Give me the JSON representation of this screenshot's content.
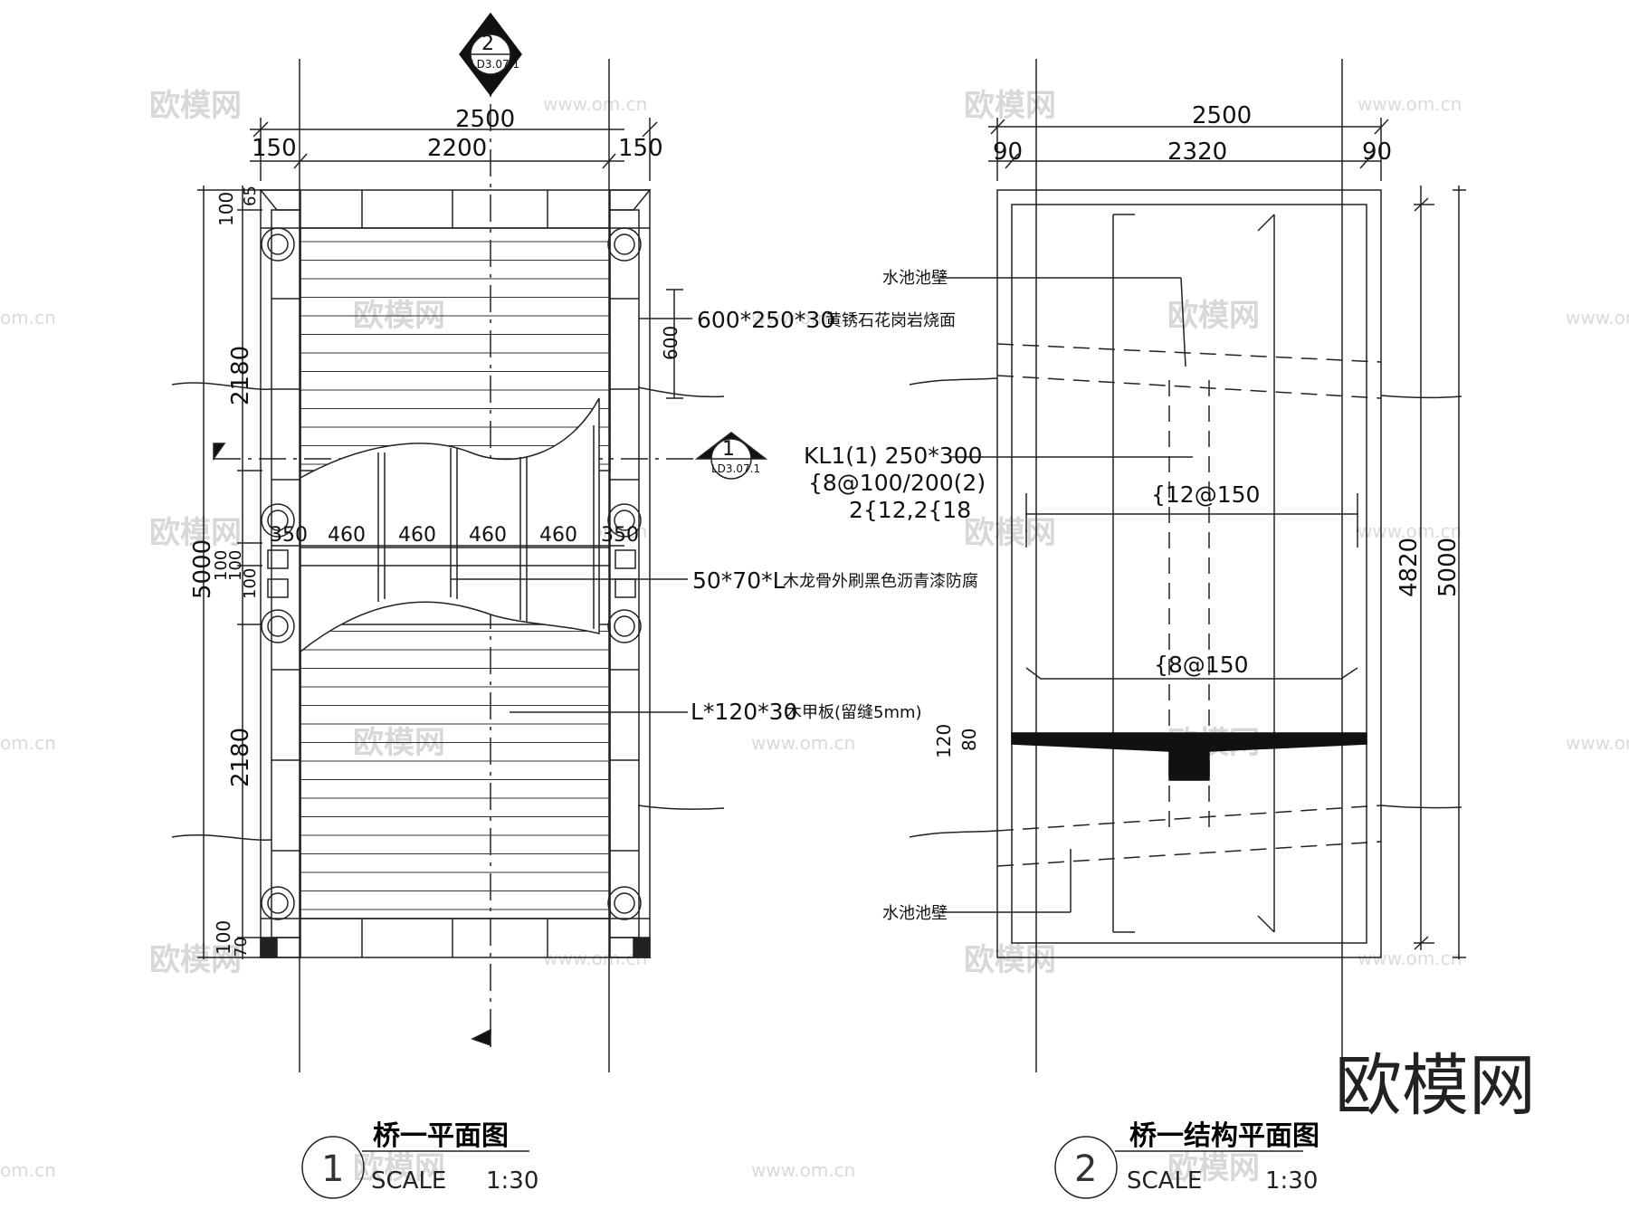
{
  "plan": {
    "dims": {
      "total_width": "2500",
      "side_left": "150",
      "center": "2200",
      "side_right": "150",
      "left_top_a": "100",
      "left_top_b": "65",
      "upper_length": "2180",
      "total_length": "5000",
      "mid_a": "100",
      "mid_b": "100",
      "mid_c": "100",
      "lower_length": "2180",
      "bot_a": "100",
      "bot_b": "70",
      "joist_first": "350",
      "joist_spacing": [
        "460",
        "460",
        "460",
        "460"
      ],
      "joist_last": "350",
      "stone_dim": "600"
    },
    "annotations": {
      "stone": "600*250*30",
      "stone_cn": "黄锈石花岗岩烧面",
      "joist": "50*70*L",
      "joist_cn": "木龙骨外刷黑色沥青漆防腐",
      "deck": "L*120*30",
      "deck_cn": "木甲板(留缝5mm)"
    },
    "section_refs": {
      "top_number": "2",
      "top_sheet": "LD3.07.1",
      "side_number": "1",
      "side_sheet": "LD3.07.1"
    },
    "title": {
      "number": "1",
      "text": "桥一平面图",
      "scale_label": "SCALE",
      "scale_value": "1:30"
    }
  },
  "structure": {
    "dims": {
      "total_width": "2500",
      "side_left": "90",
      "center": "2320",
      "side_right": "90",
      "inner_length": "4820",
      "total_length": "5000",
      "beam_a": "120",
      "beam_b": "80"
    },
    "labels": {
      "pool_wall_top": "水池池壁",
      "beam": "KL1(1) 250*300",
      "beam_stirrup": "{8@100/200(2)",
      "beam_bars": "2{12,2{18",
      "rebar_upper": "{12@150",
      "rebar_lower": "{8@150",
      "pool_wall_bottom": "水池池壁"
    },
    "title": {
      "number": "2",
      "text": "桥一结构平面图",
      "scale_label": "SCALE",
      "scale_value": "1:30"
    }
  },
  "watermark": {
    "brand": "欧模网",
    "site": "www.om.cn",
    "site_short": "om.cn"
  }
}
